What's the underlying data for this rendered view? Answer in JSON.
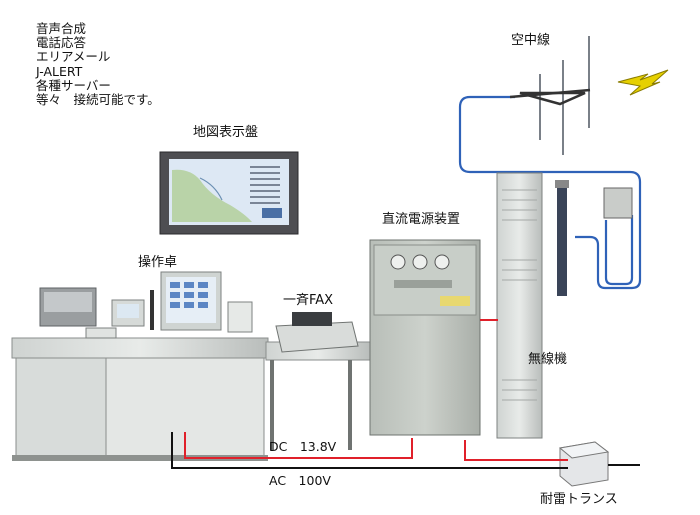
{
  "notes": [
    "音声合成",
    "電話応答",
    "エリアメール",
    "J-ALERT",
    "各種サーバー",
    "等々　接続可能です。"
  ],
  "labels": {
    "antenna": "空中線",
    "map_board": "地図表示盤",
    "dc_power": "直流電源装置",
    "console": "操作卓",
    "fax": "一斉FAX",
    "radio": "無線機",
    "dc_line": "DC　13.8V",
    "ac_line": "AC　100V",
    "transformer": "耐雷トランス"
  },
  "colors": {
    "coax": "#2f62b8",
    "dc_wire": "#e0202a",
    "ac_wire": "#111111",
    "lightning": "#e6d000"
  }
}
